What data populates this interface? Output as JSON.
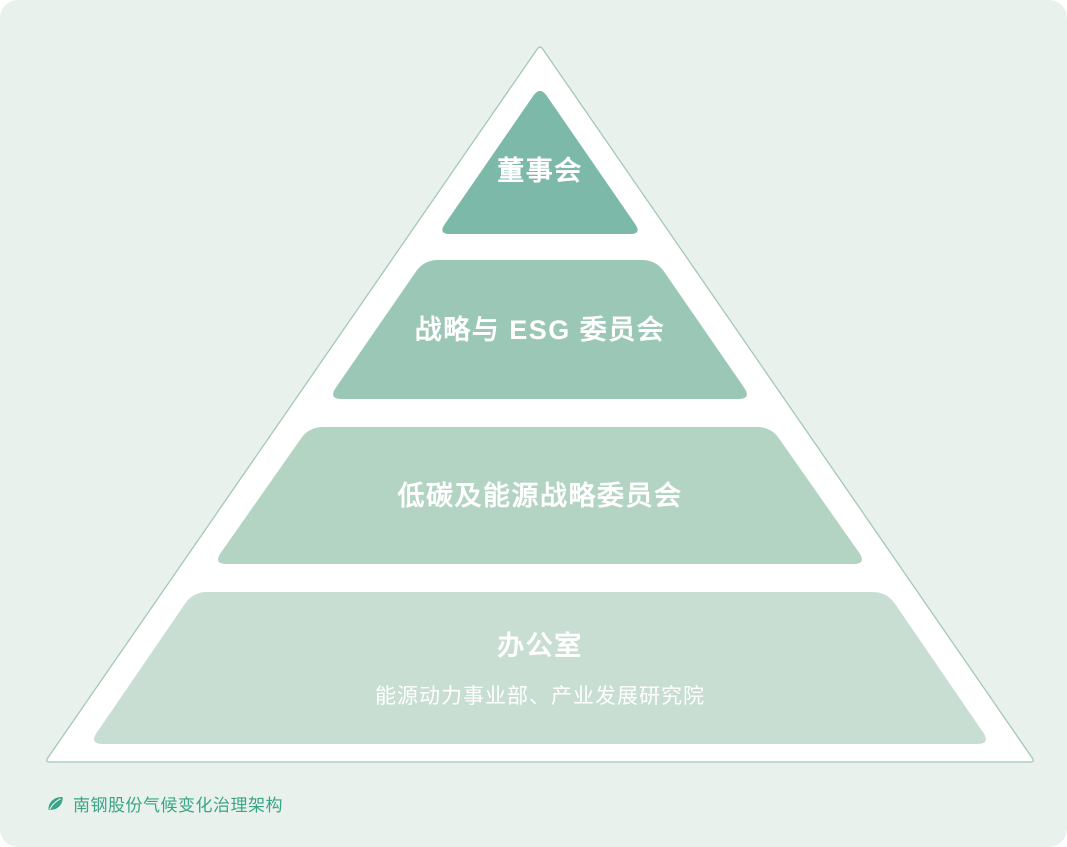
{
  "pyramid": {
    "outline_color": "#a3c8b8",
    "fill_color": "#ffffff",
    "tiers": [
      {
        "label": "董事会",
        "color": "#7db9a8"
      },
      {
        "label": "战略与 ESG 委员会",
        "color": "#9bc7b6"
      },
      {
        "label": "低碳及能源战略委员会",
        "color": "#b3d3c3"
      },
      {
        "label": "办公室",
        "sublabel": "能源动力事业部、产业发展研究院",
        "color": "#c9ded2"
      }
    ]
  },
  "caption": {
    "icon": "leaf-icon",
    "text": "南钢股份气候变化治理架构",
    "color": "#3aa489"
  },
  "colors": {
    "background": "#e9f1ec",
    "tier_text": "#ffffff"
  }
}
